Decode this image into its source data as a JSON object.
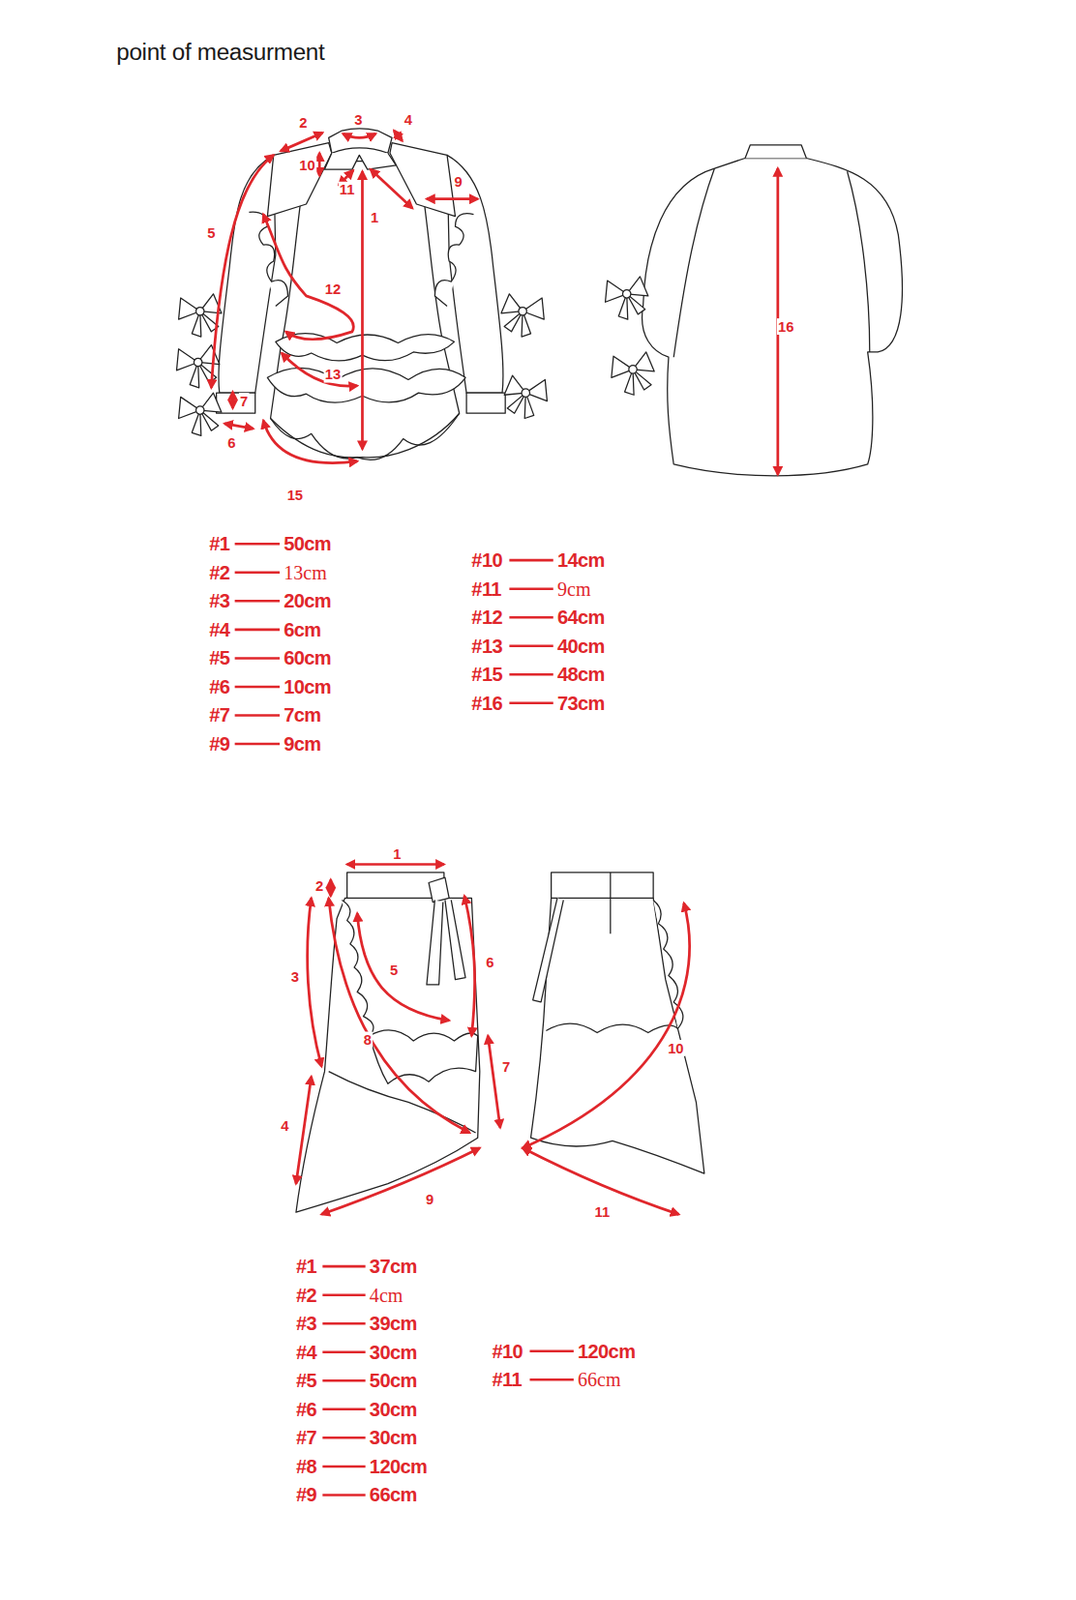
{
  "diagram": {
    "title": "point of measurment",
    "labels": [
      "2",
      "3",
      "4",
      "10",
      "11",
      "9",
      "1",
      "5",
      "12",
      "13",
      "7",
      "6",
      "15",
      "16",
      "#1",
      "50cm",
      "#2",
      "13cm",
      "#3",
      "20cm",
      "#4",
      "6cm",
      "#5",
      "60cm",
      "#6",
      "10cm",
      "#7",
      "7cm",
      "#9",
      "9cm",
      "#10",
      "14cm",
      "#11",
      "9cm",
      "#12",
      "64cm",
      "#13",
      "40cm",
      "#15",
      "48cm",
      "#16",
      "73cm",
      "1",
      "2",
      "3",
      "5",
      "6",
      "8",
      "7",
      "4",
      "9",
      "10",
      "11",
      "#1",
      "37cm",
      "#2",
      "4cm",
      "#3",
      "39cm",
      "#4",
      "30cm",
      "#5",
      "50cm",
      "#6",
      "30cm",
      "#7",
      "30cm",
      "#8",
      "120cm",
      "#9",
      "66cm",
      "#10",
      "120cm",
      "#11",
      "66cm"
    ]
  }
}
